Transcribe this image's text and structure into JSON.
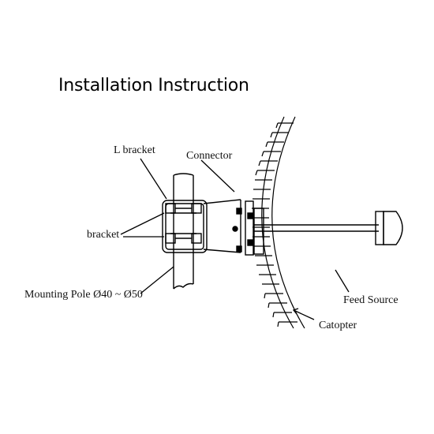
{
  "title": "Installation Instruction",
  "labels": {
    "l_bracket": "L bracket",
    "connector": "Connector",
    "bracket": "bracket",
    "mounting_pole": "Mounting Pole Ø40 ~ Ø50",
    "feed_source": "Feed Source",
    "catopter": "Catopter"
  }
}
